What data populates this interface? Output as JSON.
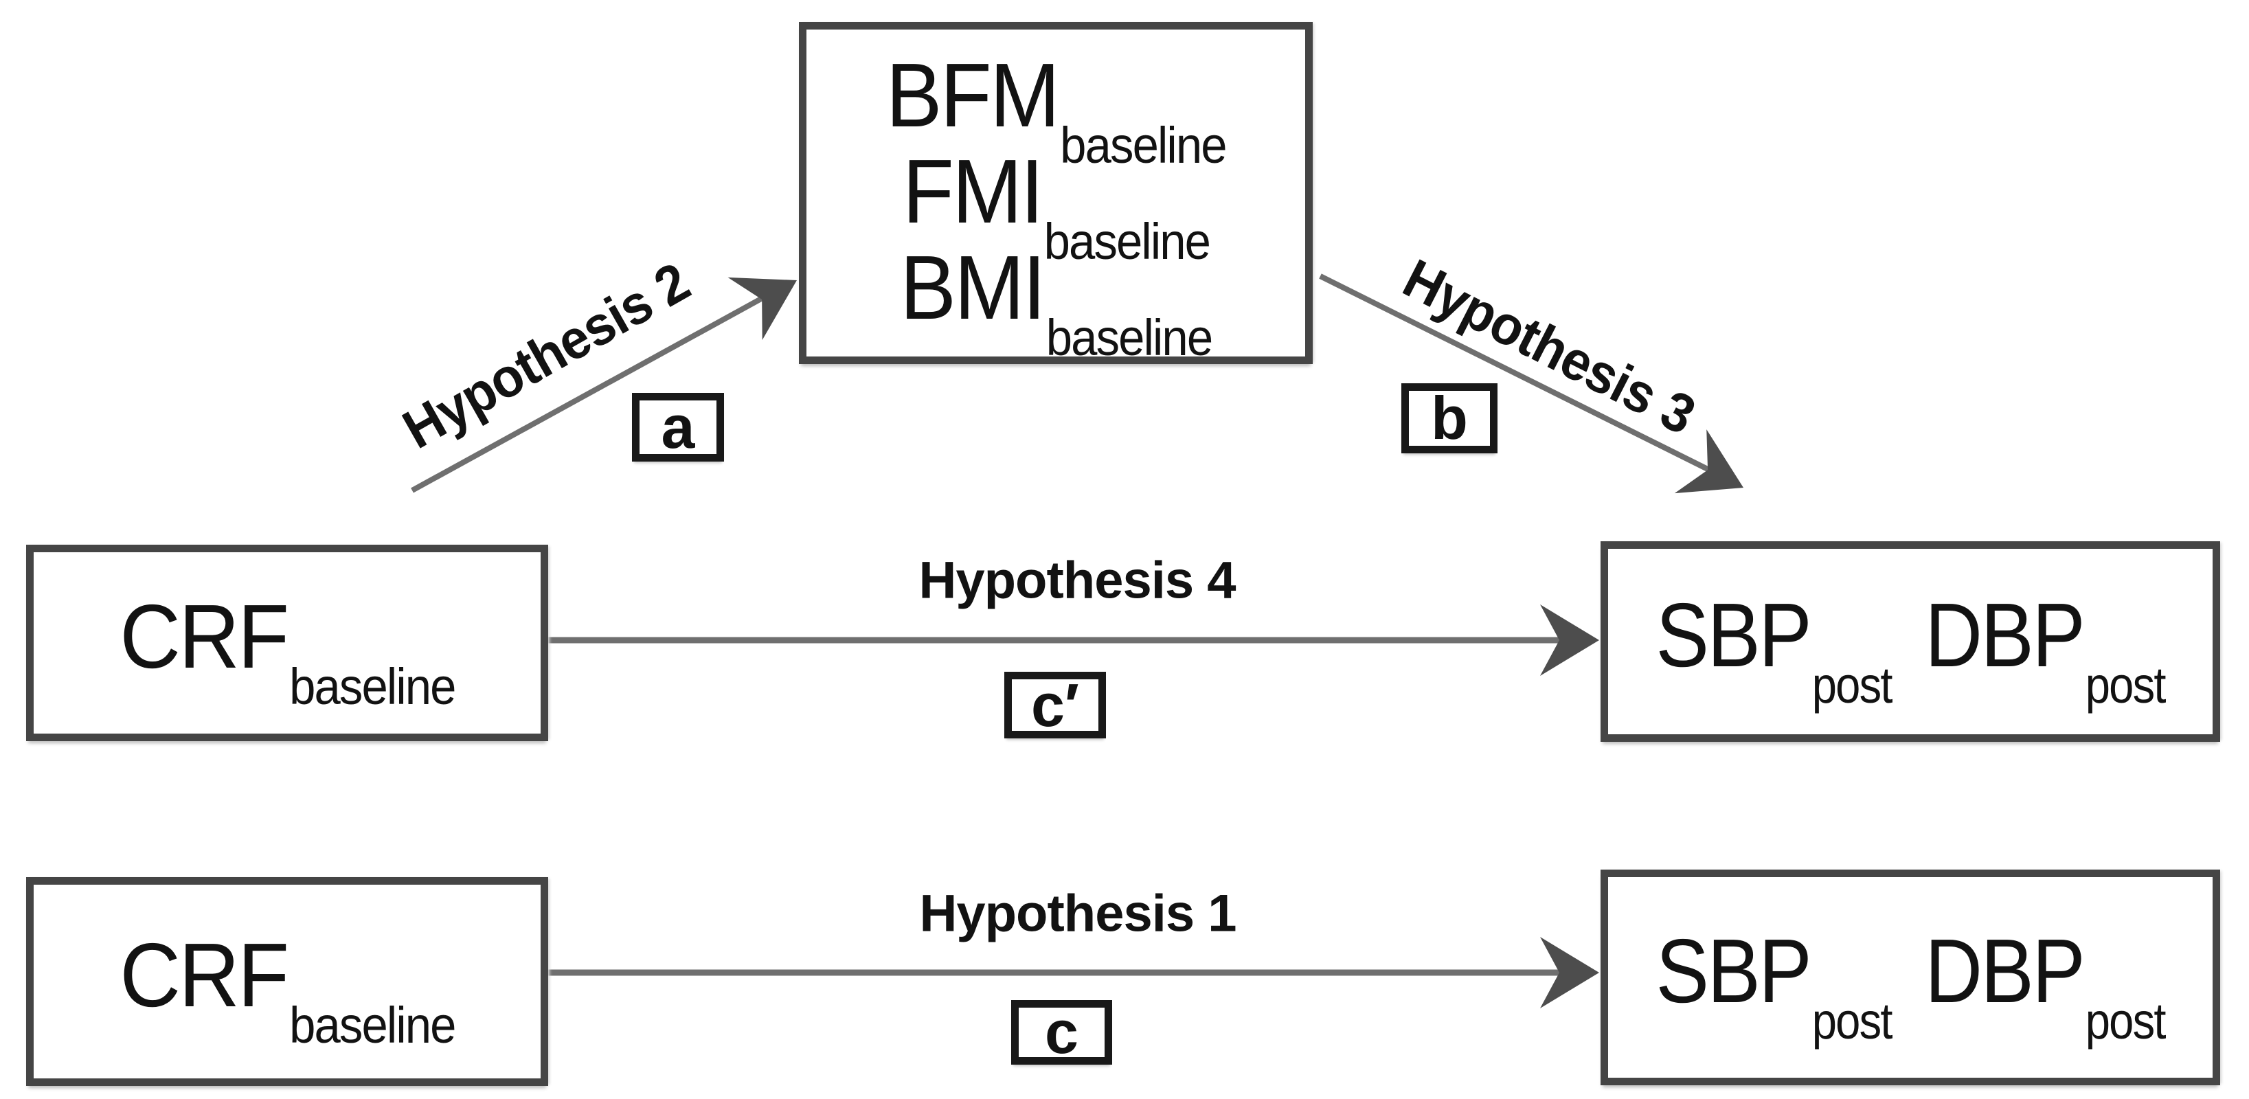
{
  "figure": {
    "mediator_box": {
      "lines": [
        {
          "main": "BFM",
          "sub": "baseline"
        },
        {
          "main": "FMI",
          "sub": "baseline"
        },
        {
          "main": "BMI",
          "sub": "baseline"
        }
      ]
    },
    "mediation_row": {
      "predictor": {
        "main": "CRF",
        "sub": "baseline"
      },
      "outcome": [
        {
          "main": "SBP",
          "sub": "post"
        },
        {
          "main": "DBP",
          "sub": "post"
        }
      ],
      "arrow_label": "Hypothesis 4",
      "coef": "c′"
    },
    "direct_row": {
      "predictor": {
        "main": "CRF",
        "sub": "baseline"
      },
      "outcome": [
        {
          "main": "SBP",
          "sub": "post"
        },
        {
          "main": "DBP",
          "sub": "post"
        }
      ],
      "arrow_label": "Hypothesis 1",
      "coef": "c"
    },
    "path_a": {
      "label": "Hypothesis 2",
      "coef": "a"
    },
    "path_b": {
      "label": "Hypothesis 3",
      "coef": "b"
    },
    "colors": {
      "box_border": "#454545",
      "arrow_line": "#6f6f6f",
      "arrow_head": "#4d4d4d",
      "coef_border": "#191919",
      "text": "#121212",
      "background": "#ffffff"
    }
  }
}
